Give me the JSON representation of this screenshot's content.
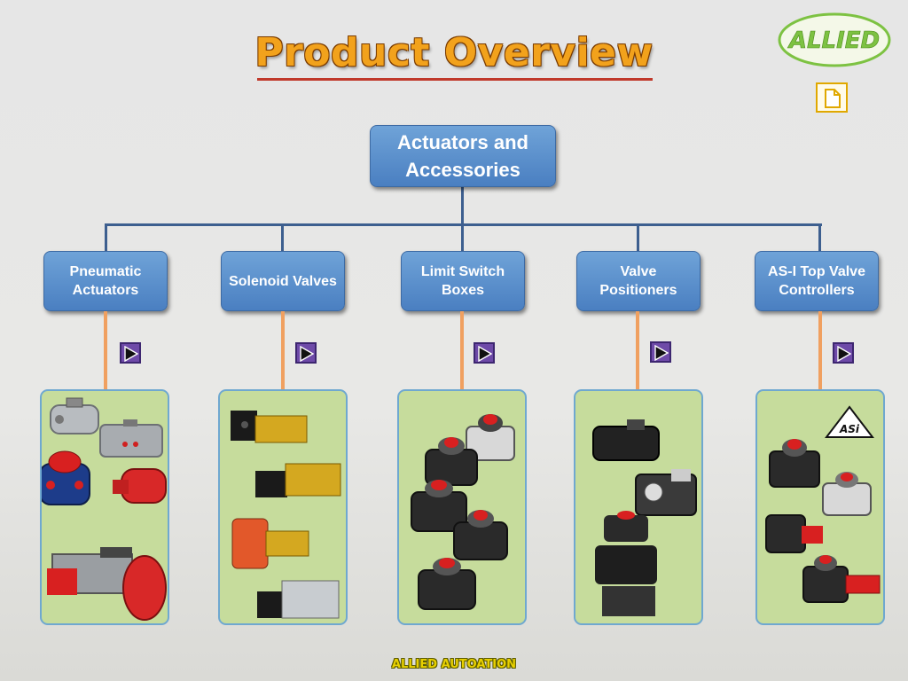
{
  "title": "Product Overview",
  "logo_text": "ALLIED",
  "root_label": [
    "Actuators and",
    "Accessories"
  ],
  "categories": [
    {
      "lines": [
        "Pneumatic",
        "Actuators"
      ]
    },
    {
      "lines": [
        "Solenoid Valves"
      ]
    },
    {
      "lines": [
        "Limit Switch",
        "Boxes"
      ]
    },
    {
      "lines": [
        "Valve",
        "Positioners"
      ]
    },
    {
      "lines": [
        "AS-I Top Valve",
        "Controllers"
      ]
    }
  ],
  "asi_logo_text": "ASi",
  "footer": "ALLIED AUTOATION",
  "colors": {
    "box_blue": "#4a7fc1",
    "panel_green": "#c6dc9c",
    "connector": "#f0a060",
    "title_orange": "#f2a21c",
    "logo_green": "#7dc242"
  },
  "icons": [
    "document-icon",
    "play-icon"
  ]
}
